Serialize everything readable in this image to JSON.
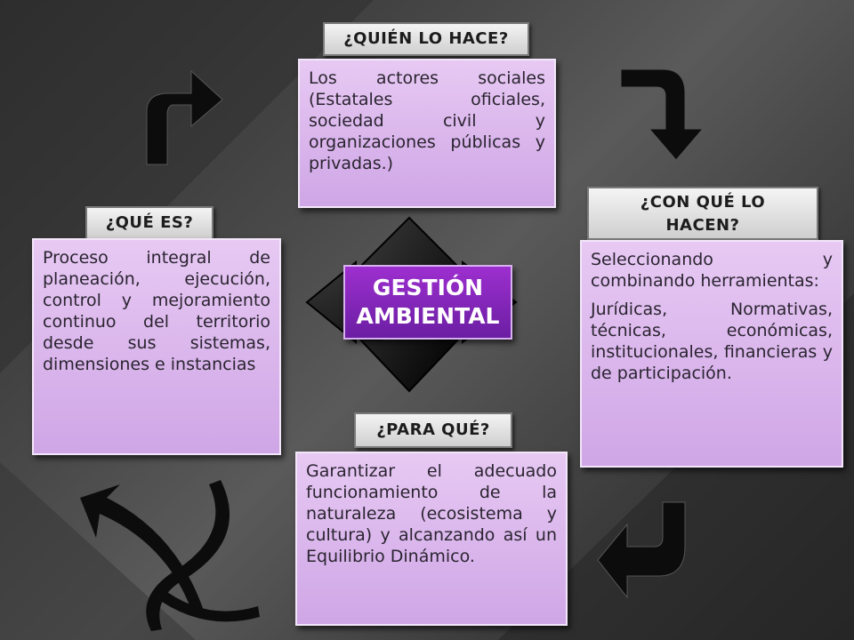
{
  "center": {
    "title_line1": "GESTIÓN",
    "title_line2": "AMBIENTAL"
  },
  "nodes": {
    "quien": {
      "heading": "¿QUIÉN LO HACE?",
      "body": "Los actores sociales (Estatales oficiales, sociedad civil y organizaciones públicas y privadas.)"
    },
    "que_es": {
      "heading": "¿QUÉ ES?",
      "body": "Proceso integral de planeación, ejecución, control y mejoramiento continuo del territorio desde sus sistemas, dimensiones e instancias"
    },
    "con_que": {
      "heading_line1": "¿CON QUÉ LO",
      "heading_line2": "HACEN?",
      "body_p1": "Seleccionando y combinando herramientas:",
      "body_p2": "Jurídicas, Normativas, técnicas, económicas, institucionales, financieras y de participación."
    },
    "para_que": {
      "heading": "¿PARA QUÉ?",
      "body": "Garantizar el adecuado funcionamiento de la naturaleza (ecosistema y cultura) y alcanzando así un Equilibrio Dinámico."
    }
  },
  "colors": {
    "box_fill": "#d9b4ec",
    "center_fill": "#8a2bc2",
    "label_fill": "#e6e6e6",
    "arrow": "#111111",
    "background": "#3d3d3d"
  },
  "icons": [
    "curved-arrow-icon",
    "four-way-arrow-icon",
    "swirl-icon"
  ]
}
